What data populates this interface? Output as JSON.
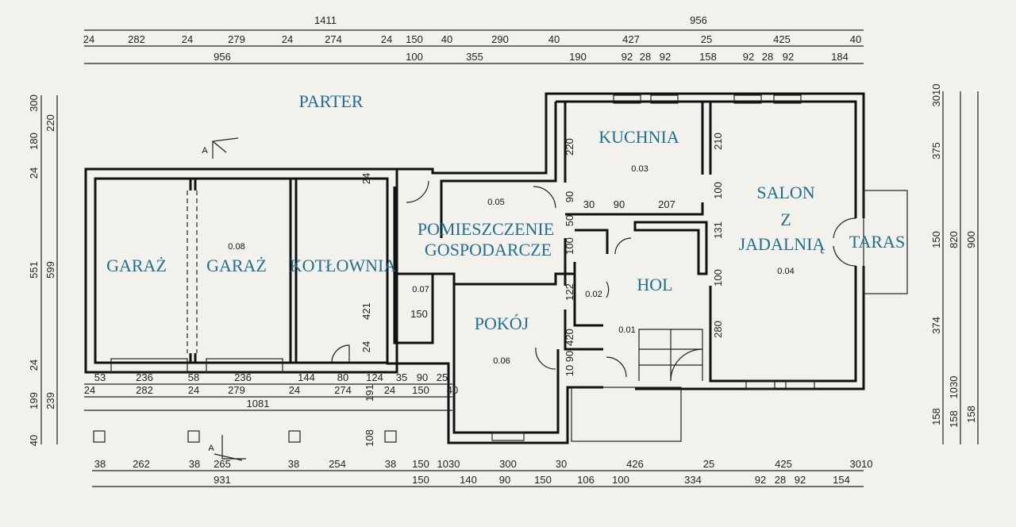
{
  "title": "PARTER",
  "rooms": [
    {
      "name": "GARAŻ",
      "number": ""
    },
    {
      "name": "GARAŻ",
      "number": "0.08"
    },
    {
      "name": "KOTŁOWNIA",
      "number": ""
    },
    {
      "name": "POMIESZCZENIE GOSPODARCZE",
      "line1": "POMIESZCZENIE",
      "line2": "GOSPODARCZE",
      "number": "0.05"
    },
    {
      "name": "KUCHNIA",
      "number": "0.03"
    },
    {
      "name": "SALON Z JADALNIĄ",
      "line1": "SALON",
      "line2": "Z",
      "line3": "JADALNIĄ",
      "number": "0.04"
    },
    {
      "name": "TARAS",
      "number": ""
    },
    {
      "name": "HOL",
      "number": "0.01"
    },
    {
      "name": "POKÓJ",
      "number": "0.06"
    },
    {
      "name": "",
      "number": "0.07"
    },
    {
      "name": "",
      "number": "0.02"
    }
  ],
  "section_marker": "A",
  "dimensions": {
    "top_total": [
      "1411",
      "956"
    ],
    "top_row2": [
      "24",
      "282",
      "24",
      "279",
      "24",
      "274",
      "24",
      "150",
      "40",
      "290",
      "40",
      "427",
      "25",
      "425",
      "40"
    ],
    "top_row3": [
      "956",
      "100",
      "355",
      "190",
      "92",
      "28",
      "92",
      "158",
      "92",
      "28",
      "92",
      "184"
    ],
    "bottom_row1": [
      "53",
      "236",
      "58",
      "236",
      "144",
      "80",
      "124",
      "35",
      "90",
      "25"
    ],
    "bottom_row2": [
      "24",
      "282",
      "24",
      "279",
      "24",
      "274",
      "24",
      "150",
      "40"
    ],
    "bottom_row3": [
      "1081"
    ],
    "bottom_row4": [
      "38",
      "262",
      "38",
      "265",
      "38",
      "254",
      "38",
      "150",
      "1030",
      "300",
      "30",
      "426",
      "25",
      "425",
      "3010"
    ],
    "bottom_row5": [
      "931",
      "150",
      "140",
      "90",
      "150",
      "106",
      "100",
      "334",
      "92",
      "28",
      "92",
      "154"
    ],
    "left": [
      "300",
      "180",
      "24",
      "220",
      "551",
      "599",
      "24",
      "199",
      "239",
      "40"
    ],
    "right": [
      "3010",
      "375",
      "150",
      "374",
      "158",
      "820",
      "1030",
      "158",
      "900",
      "158"
    ],
    "inner": [
      "220",
      "90",
      "50",
      "100",
      "10 90",
      "210",
      "100",
      "131",
      "100",
      "280",
      "30",
      "90",
      "207",
      "150",
      "191",
      "108",
      "24",
      "421",
      "24",
      "122",
      "420"
    ]
  },
  "colors": {
    "label": "#1f6f8f",
    "line": "#111111",
    "paper": "#f3f1ec"
  }
}
